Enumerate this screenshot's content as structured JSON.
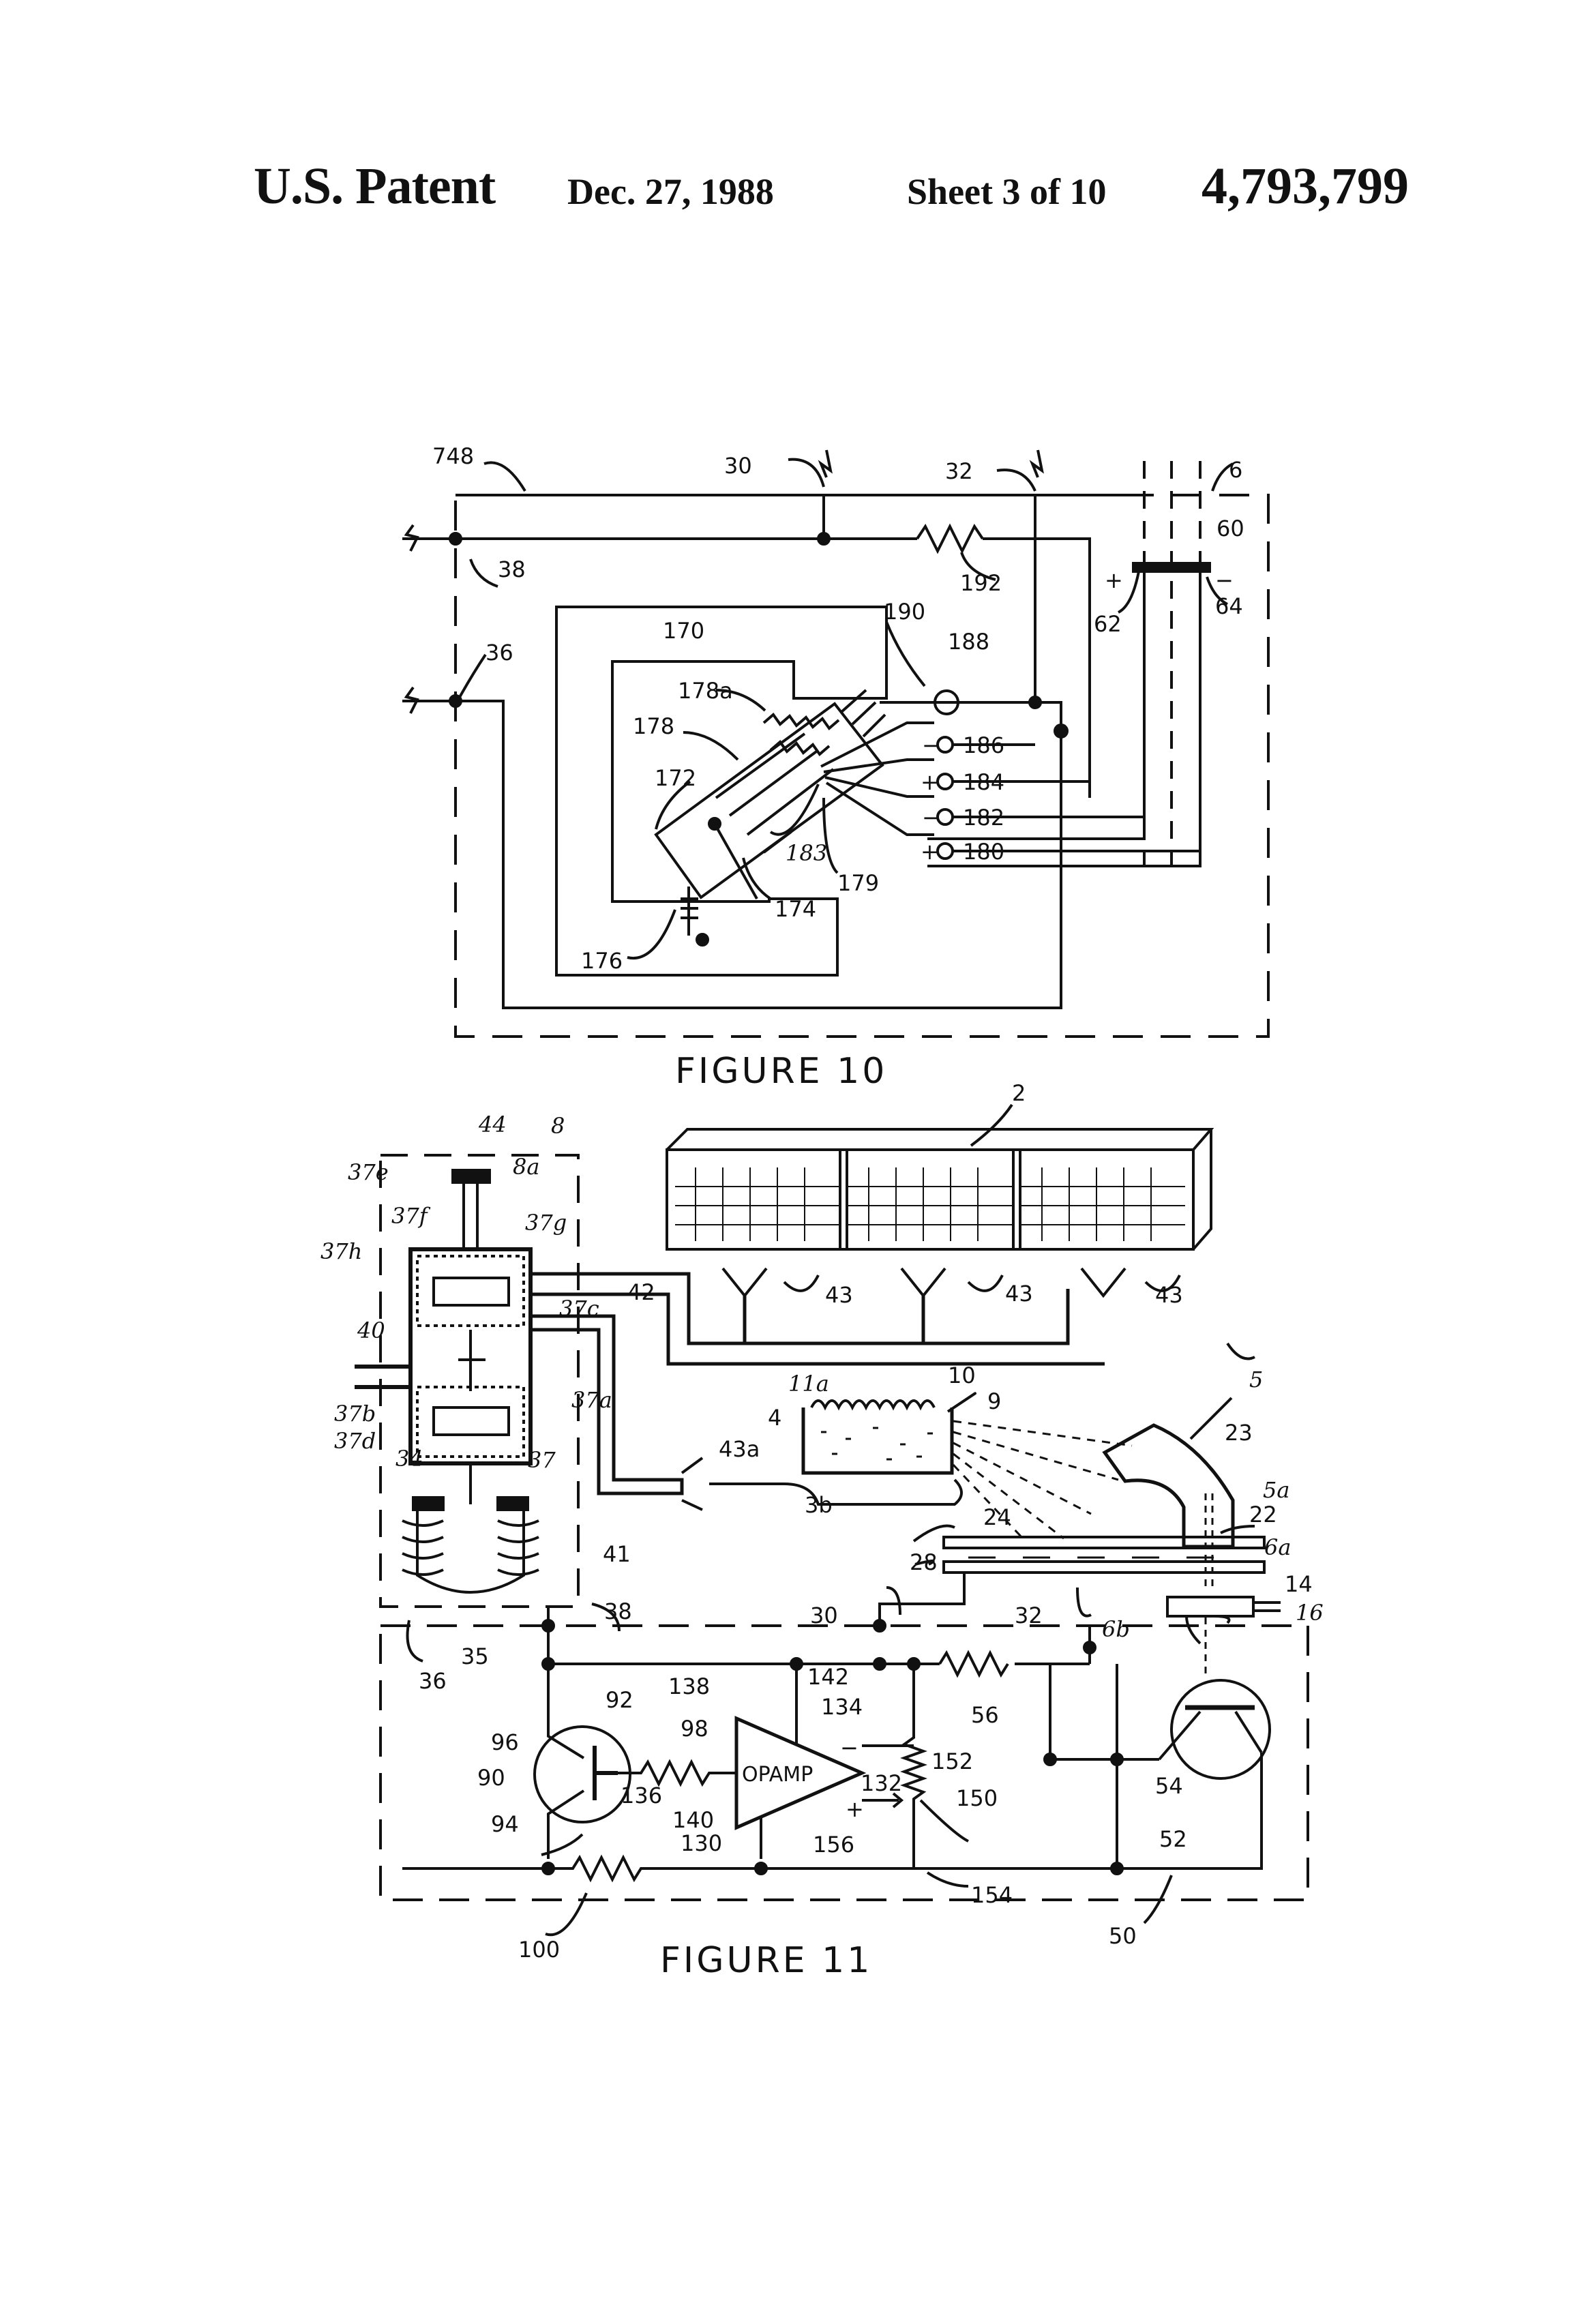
{
  "header": {
    "patent": "U.S. Patent",
    "date": "Dec. 27, 1988",
    "sheet": "Sheet 3 of 10",
    "number": "4,793,799"
  },
  "figures": {
    "fig10_caption": "FIGURE 10",
    "fig11_caption": "FIGURE 11",
    "opamp_label": "OPAMP"
  },
  "fig10_labels": {
    "l748": "748",
    "l30": "30",
    "l32": "32",
    "l6": "6",
    "l60": "60",
    "l38": "38",
    "l192": "192",
    "l62": "62",
    "l64": "64",
    "plus": "+",
    "minus": "−",
    "l170": "170",
    "l190": "190",
    "l188": "188",
    "l36": "36",
    "l178a": "178a",
    "l178": "178",
    "l172": "172",
    "l186": "186",
    "l184": "184",
    "l182": "182",
    "l180": "180",
    "l183": "183",
    "l179": "179",
    "l174": "174",
    "l176": "176"
  },
  "fig11_labels": {
    "l44": "44",
    "l8": "8",
    "l37e": "37e",
    "l8a": "8a",
    "l37f": "37f",
    "l37g": "37g",
    "l37h": "37h",
    "l37c": "37c",
    "l42": "42",
    "l40": "40",
    "l37a": "37a",
    "l37b": "37b",
    "l37d": "37d",
    "l34": "34",
    "l37": "37",
    "l35": "35",
    "l36": "36",
    "l38": "38",
    "l2": "2",
    "l43": "43",
    "l11a": "11a",
    "l10": "10",
    "l9": "9",
    "l4": "4",
    "l43a": "43a",
    "l5": "5",
    "l23": "23",
    "l5a": "5a",
    "l22": "22",
    "l24": "24",
    "l6a": "6a",
    "l28": "28",
    "l14": "14",
    "l16": "16",
    "l3b": "3b",
    "l41": "41",
    "l30": "30",
    "l32": "32",
    "l6b": "6b",
    "l138": "138",
    "l142": "142",
    "l56": "56",
    "l92": "92",
    "l134": "134",
    "l96": "96",
    "l98": "98",
    "l90": "90",
    "l136": "136",
    "l152": "152",
    "l132": "132",
    "l150": "150",
    "l54": "54",
    "l94": "94",
    "l140": "140",
    "l130": "130",
    "l156": "156",
    "l52": "52",
    "l154": "154",
    "l100": "100",
    "l50": "50",
    "minus": "−",
    "plus": "+"
  }
}
